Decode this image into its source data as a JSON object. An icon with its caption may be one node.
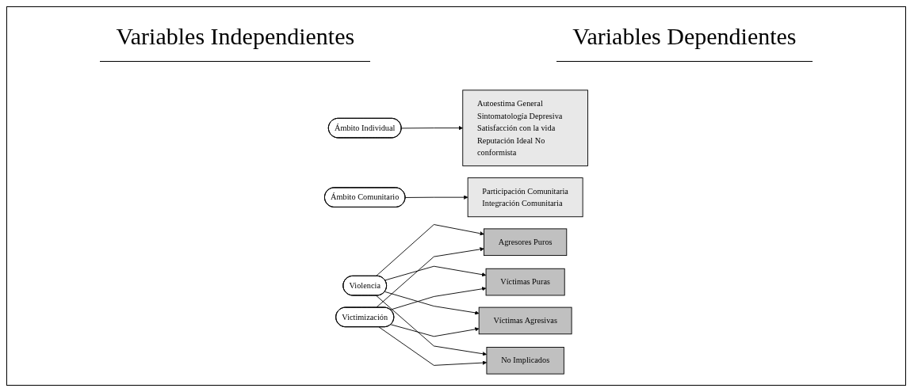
{
  "diagram": {
    "nodes": [
      {
        "text": [
          "Ámbito Individual"
        ]
      },
      {
        "text": [
          "Autoestima General",
          "Sintomatología Depresiva",
          "Satisfacción con la vida",
          "Reputación Ideal No conformista"
        ]
      },
      {
        "text": [
          "Ámbito Comunitario"
        ]
      },
      {
        "text": [
          "Participación Comunitaria",
          "Integración Comunitaria"
        ]
      },
      {
        "text": [
          "Agresores Puros"
        ]
      },
      {
        "text": [
          "Víctimas Puras"
        ]
      },
      {
        "text": [
          "Víctimas Agresivas"
        ]
      },
      {
        "text": [
          "No Implicados"
        ]
      },
      {
        "text": [
          "Violencia"
        ]
      },
      {
        "text": [
          "Victimización"
        ]
      }
    ],
    "edges": [
      {
        "from": 0,
        "to": 1,
        "arrow": "to"
      },
      {
        "from": 2,
        "to": 3,
        "arrow": "to"
      },
      {
        "from": 8,
        "to": 4,
        "arrow": "to"
      },
      {
        "from": 8,
        "to": 5,
        "arrow": "to"
      },
      {
        "from": 8,
        "to": 6,
        "arrow": "to"
      },
      {
        "from": 8,
        "to": 7,
        "arrow": "to"
      },
      {
        "from": 9,
        "to": 4,
        "arrow": "to"
      },
      {
        "from": 9,
        "to": 5,
        "arrow": "to"
      },
      {
        "from": 9,
        "to": 6,
        "arrow": "to"
      },
      {
        "from": 9,
        "to": 7,
        "arrow": "to"
      }
    ],
    "labels": [
      "Variables Independientes",
      "Variables Dependientes"
    ]
  }
}
